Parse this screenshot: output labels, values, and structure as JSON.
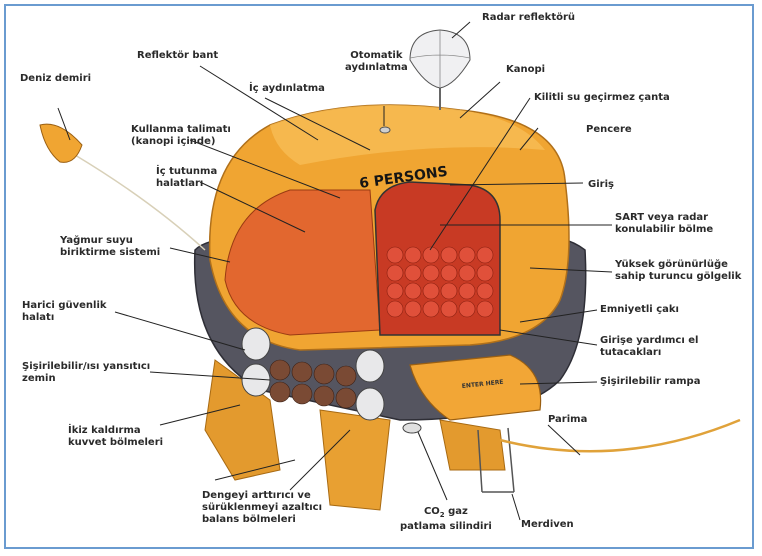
{
  "raft_marking": "6 PERSONS",
  "ramp_marking": "ENTER HERE",
  "labels": {
    "deniz_demiri": "Deniz demiri",
    "reflektor_bant": "Reflektör bant",
    "otomatik_aydinlatma": [
      "Otomatik",
      "aydınlatma"
    ],
    "radar_reflektoru": "Radar reflektörü",
    "ic_aydinlatma": "İç aydınlatma",
    "kanopi": "Kanopi",
    "kilitli_canta": "Kilitli su geçirmez çanta",
    "kullanma_talimati": [
      "Kullanma talimatı",
      "(kanopi içinde)"
    ],
    "pencere": "Pencere",
    "ic_tutunma": [
      "İç tutunma",
      "halatları"
    ],
    "giris": "Giriş",
    "sart": [
      "SART veya radar",
      "konulabilir bölme"
    ],
    "yagmur_suyu": [
      "Yağmur suyu",
      "biriktirme sistemi"
    ],
    "yuksek_gorunurluk": [
      "Yüksek görünürlüğe",
      "sahip turuncu gölgelik"
    ],
    "harici_guvenlik": [
      "Harici güvenlik",
      "halatı"
    ],
    "emniyetli_caki": "Emniyetli çakı",
    "girise_yardimci": [
      "Girişe yardımcı el",
      "tutacakları"
    ],
    "sisirilebilir_zemin": [
      "Şişirilebilir/ısı yansıtıcı",
      "zemin"
    ],
    "sisirilebilir_rampa": "Şişirilebilir rampa",
    "ikiz_kaldirma": [
      "İkiz kaldırma",
      "kuvvet bölmeleri"
    ],
    "parima": "Parima",
    "dengeyi": [
      "Dengeyi arttırıcı ve",
      "sürüklenmeyi azaltıcı",
      "balans bölmeleri"
    ],
    "co2_pre": "CO",
    "co2_sub": "2",
    "co2_post": " gaz",
    "co2_line2": "patlama silindiri",
    "merdiven": "Merdiven"
  },
  "colors": {
    "canopy_orange": "#f0a532",
    "canopy_shadow": "#d98a1e",
    "tube_dark": "#4f4f5a",
    "floor_red": "#d8472a",
    "leader_line": "#222222",
    "frame_border": "#6a9bd0"
  }
}
